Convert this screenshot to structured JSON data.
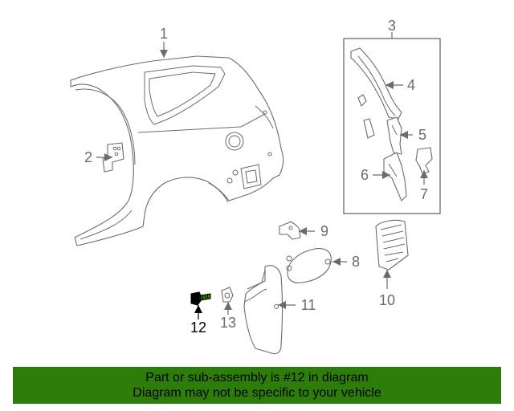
{
  "diagram": {
    "callouts": [
      {
        "id": "1",
        "label": "1"
      },
      {
        "id": "2",
        "label": "2"
      },
      {
        "id": "3",
        "label": "3"
      },
      {
        "id": "4",
        "label": "4"
      },
      {
        "id": "5",
        "label": "5"
      },
      {
        "id": "6",
        "label": "6"
      },
      {
        "id": "7",
        "label": "7"
      },
      {
        "id": "8",
        "label": "8"
      },
      {
        "id": "9",
        "label": "9"
      },
      {
        "id": "10",
        "label": "10"
      },
      {
        "id": "11",
        "label": "11"
      },
      {
        "id": "12",
        "label": "12"
      },
      {
        "id": "13",
        "label": "13"
      }
    ],
    "highlighted_part": "12"
  },
  "banner": {
    "line1": "Part or sub-assembly is #12 in diagram",
    "line2": "Diagram may not be specific to your vehicle"
  },
  "colors": {
    "line": "#6b6b6b",
    "highlight": "#000000",
    "banner_bg": "#2e7d0b",
    "banner_text": "#000000"
  }
}
